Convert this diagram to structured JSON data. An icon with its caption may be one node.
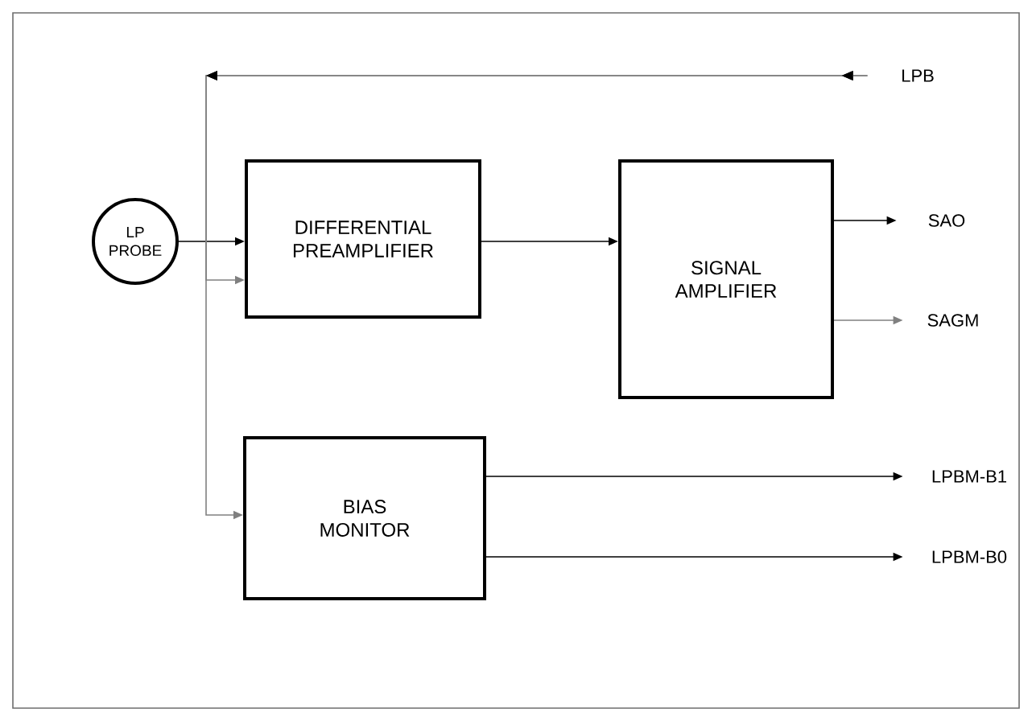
{
  "diagram": {
    "nodes": [
      {
        "text": [
          "LP PROBE"
        ]
      },
      {
        "text": [
          "DIFFERENTIAL PREAMPLIFIER"
        ]
      },
      {
        "text": [
          "SIGNAL AMPLIFIER"
        ]
      },
      {
        "text": [
          "BIAS MONITOR"
        ]
      },
      {
        "text": [
          "LPB"
        ]
      },
      {
        "text": [
          "SAO"
        ]
      },
      {
        "text": [
          "SAGM"
        ]
      },
      {
        "text": [
          "LPBM-B1"
        ]
      },
      {
        "text": [
          "LPBM-B0"
        ]
      }
    ],
    "edges": [
      {
        "from": 0,
        "to": 1,
        "arrow": "to"
      },
      {
        "from": 4,
        "to": 1,
        "arrow": "to",
        "color": "#808080"
      },
      {
        "from": 4,
        "to": 3,
        "arrow": "to",
        "color": "#808080"
      },
      {
        "from": 1,
        "to": 2,
        "arrow": "to"
      },
      {
        "from": 2,
        "to": 5,
        "arrow": "to"
      },
      {
        "from": 2,
        "to": 6,
        "arrow": "to",
        "color": "#808080"
      },
      {
        "from": 3,
        "to": 7,
        "arrow": "to"
      },
      {
        "from": 3,
        "to": 8,
        "arrow": "to"
      }
    ]
  }
}
